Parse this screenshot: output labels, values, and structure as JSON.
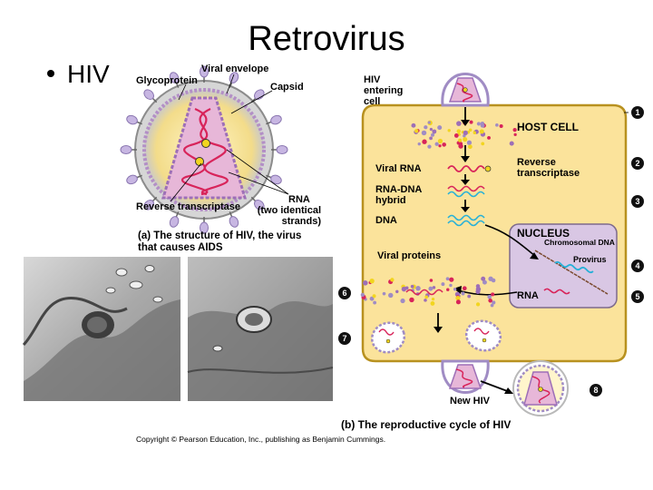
{
  "slide": {
    "title": "Retrovirus",
    "bullet": "HIV"
  },
  "structure": {
    "labels": {
      "glycoprotein": "Glycoprotein",
      "viral_envelope": "Viral envelope",
      "capsid": "Capsid",
      "reverse_transcriptase": "Reverse transcriptase",
      "rna": "RNA",
      "rna_note": "(two identical strands)"
    },
    "caption": "(a) The structure of HIV, the virus that causes AIDS"
  },
  "cycle": {
    "labels": {
      "hiv_entering": "HIV entering cell",
      "host_cell": "HOST CELL",
      "viral_rna": "Viral RNA",
      "reverse_transcriptase": "Reverse transcriptase",
      "rna_dna_hybrid": "RNA-DNA hybrid",
      "dna": "DNA",
      "nucleus": "NUCLEUS",
      "chromosomal_dna": "Chromosomal DNA",
      "provirus": "Provirus",
      "rna": "RNA",
      "viral_proteins": "Viral proteins",
      "new_hiv": "New HIV"
    },
    "steps": [
      "1",
      "2",
      "3",
      "4",
      "5",
      "6",
      "7",
      "8"
    ],
    "caption": "(b) The reproductive cycle of HIV"
  },
  "copyright": "Copyright © Pearson Education, Inc., publishing as Benjamin Cummings.",
  "colors": {
    "cell_fill": "#fbe39b",
    "cell_border": "#b8911f",
    "nucleus_fill": "#d9c7e4",
    "virus_purple": "#a08cc4",
    "capsid_pink": "#e7b7d8",
    "rna_red": "#d8245a",
    "dna_cyan": "#25b0d8",
    "yellow": "#f2d51f"
  }
}
